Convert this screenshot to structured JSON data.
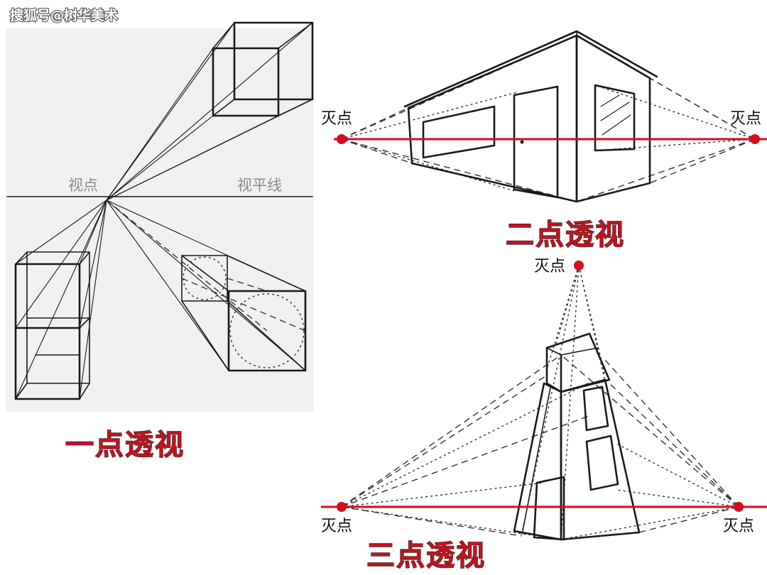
{
  "watermark": "搜狐号@树华美术",
  "one_point": {
    "title": "一点透视",
    "viewpoint_label": "视点",
    "horizon_label": "视平线"
  },
  "two_point": {
    "title": "二点透视",
    "vp_left_label": "灭点",
    "vp_right_label": "灭点"
  },
  "three_point": {
    "title": "三点透视",
    "vp_top_label": "灭点",
    "vp_left_label": "灭点",
    "vp_right_label": "灭点"
  },
  "colors": {
    "accent_red": "#d60d1a",
    "title_red": "#c1121f",
    "line": "#1a1a1a",
    "panel_bg": "#f1f1f1"
  }
}
